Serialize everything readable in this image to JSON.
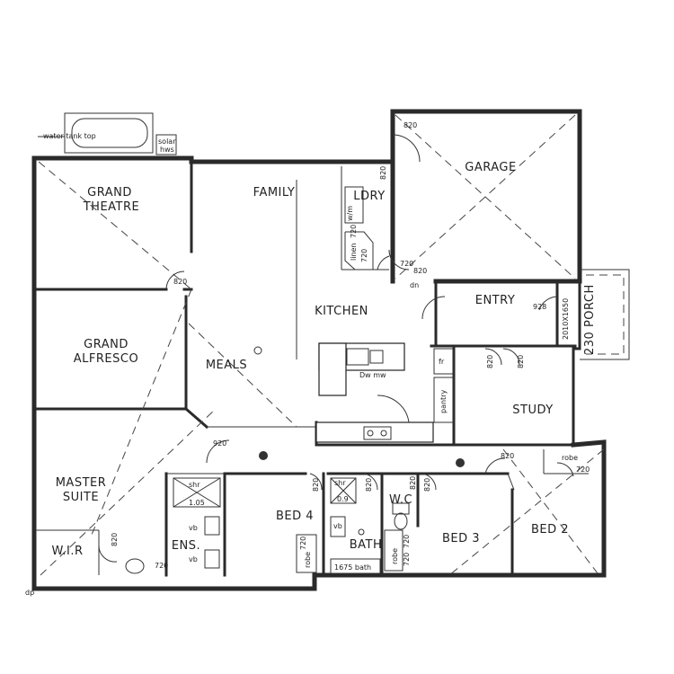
{
  "rooms": {
    "grand_theatre_1": "GRAND",
    "grand_theatre_2": "THEATRE",
    "family": "FAMILY",
    "ldry": "LDRY",
    "garage": "GARAGE",
    "kitchen": "KITCHEN",
    "entry": "ENTRY",
    "porch": "230 PORCH",
    "grand_alfresco_1": "GRAND",
    "grand_alfresco_2": "ALFRESCO",
    "meals": "MEALS",
    "study": "STUDY",
    "master_suite_1": "MASTER",
    "master_suite_2": "SUITE",
    "bed4": "BED 4",
    "bath": "BATH",
    "wc": "W.C",
    "bed3": "BED 3",
    "bed2": "BED 2",
    "wir": "W.I.R",
    "ens": "ENS."
  },
  "annotations": {
    "water_tank": "water tank top",
    "solar_1": "solar",
    "solar_2": "hws",
    "door_820_garage": "820",
    "door_820_ldry": "820",
    "door_820_theatre": "820",
    "door_720_linen": "720",
    "door_720_ldry": "720",
    "door_820_garage2": "820",
    "door_928": "928",
    "porch_opening": "2010X1650",
    "door_820_study_a": "820",
    "door_820_study_b": "820",
    "door_920": "920",
    "door_820_hall": "820",
    "door_720_bed2": "720",
    "door_720_wc": "720",
    "door_820_bed4": "820",
    "door_820_bath": "820",
    "door_820_wc": "820",
    "door_820_bed3": "820",
    "door_820_wir": "820",
    "door_720_ens": "720",
    "door_720_robe4": "720",
    "door_720_robe3": "720",
    "door_720_robe3b": "720",
    "robe_bed4": "robe",
    "robe_bed3": "robe",
    "robe_bed2": "robe",
    "linen": "linen",
    "wm": "w/m",
    "shr_ens": "shr",
    "shr_bath": "shr",
    "vb_ens": "vb",
    "vb_ens2": "vb",
    "vb_bath": "vb",
    "bath_size": "1675 bath",
    "pantry": "pantry",
    "fridge": "fr",
    "dn": "dn",
    "dp": "dp",
    "ens_size": "1.05",
    "dw": "Dw mw",
    "dim_900": "0.9"
  }
}
